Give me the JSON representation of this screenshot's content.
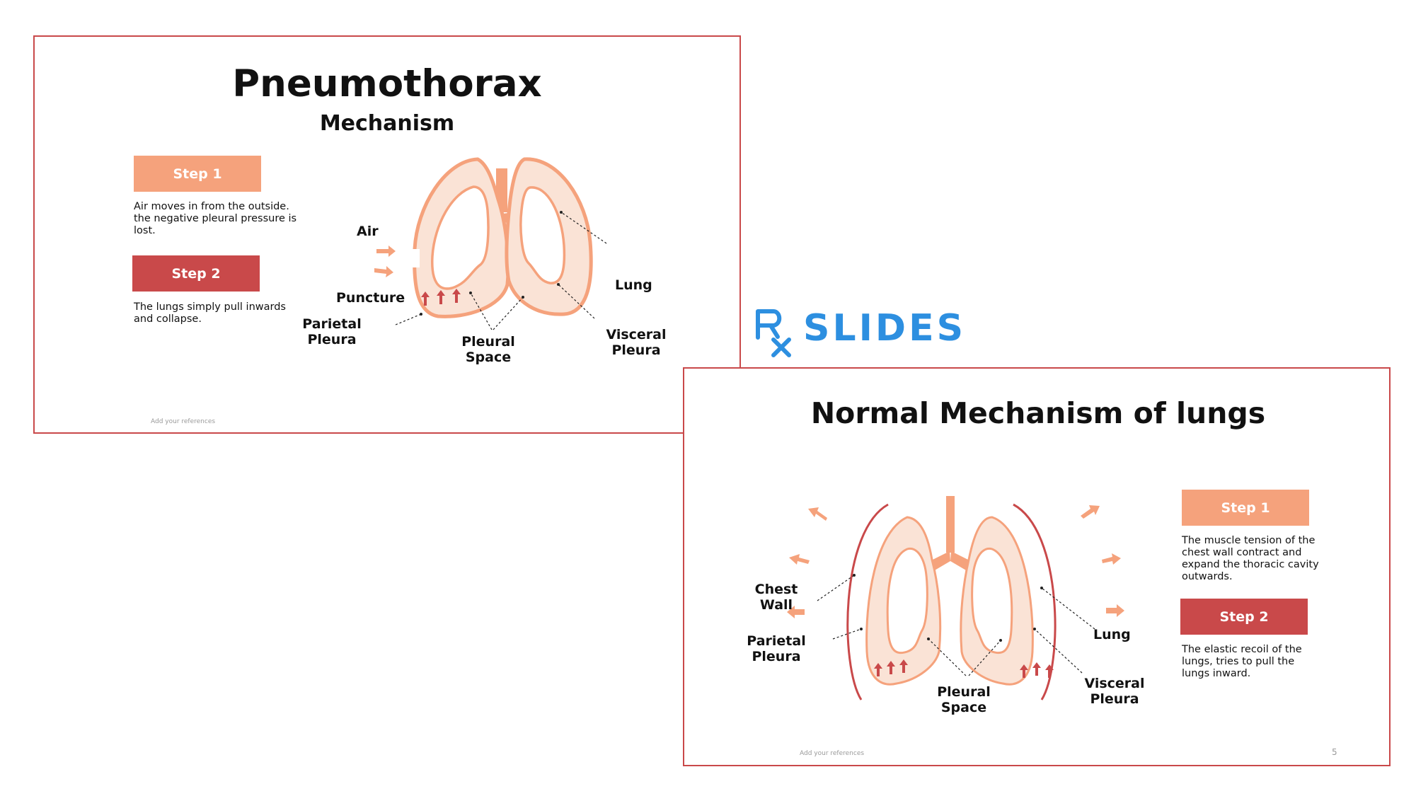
{
  "slideA": {
    "title": "Pneumothorax",
    "subtitle": "Mechanism",
    "step1": {
      "label": "Step 1",
      "text": "Air moves in from the outside. the negative pleural pressure is lost."
    },
    "step2": {
      "label": "Step 2",
      "text": "The lungs simply pull inwards and collapse."
    },
    "labels": {
      "air": "Air",
      "puncture": "Puncture",
      "parietal_pleura": "Parietal Pleura",
      "pleural_space": "Pleural Space",
      "lung": "Lung",
      "visceral_pleura": "Visceral Pleura"
    },
    "references": "Add your references"
  },
  "logo": {
    "text": "SLIDES"
  },
  "slideB": {
    "title": "Normal Mechanism of lungs",
    "step1": {
      "label": "Step 1",
      "text": "The muscle tension of the chest wall contract and expand the thoracic cavity outwards."
    },
    "step2": {
      "label": "Step 2",
      "text": "The elastic recoil of the lungs, tries to pull the lungs inward."
    },
    "labels": {
      "chest_wall": "Chest Wall",
      "parietal_pleura": "Parietal Pleura",
      "pleural_space": "Pleural Space",
      "lung": "Lung",
      "visceral_pleura": "Visceral Pleura"
    },
    "references": "Add your references",
    "page_number": "5"
  },
  "colors": {
    "accent_dark": "#c9494a",
    "accent_light": "#f5a27c",
    "lung_fill": "#fae3d6",
    "logo_blue": "#2d8fe0"
  }
}
